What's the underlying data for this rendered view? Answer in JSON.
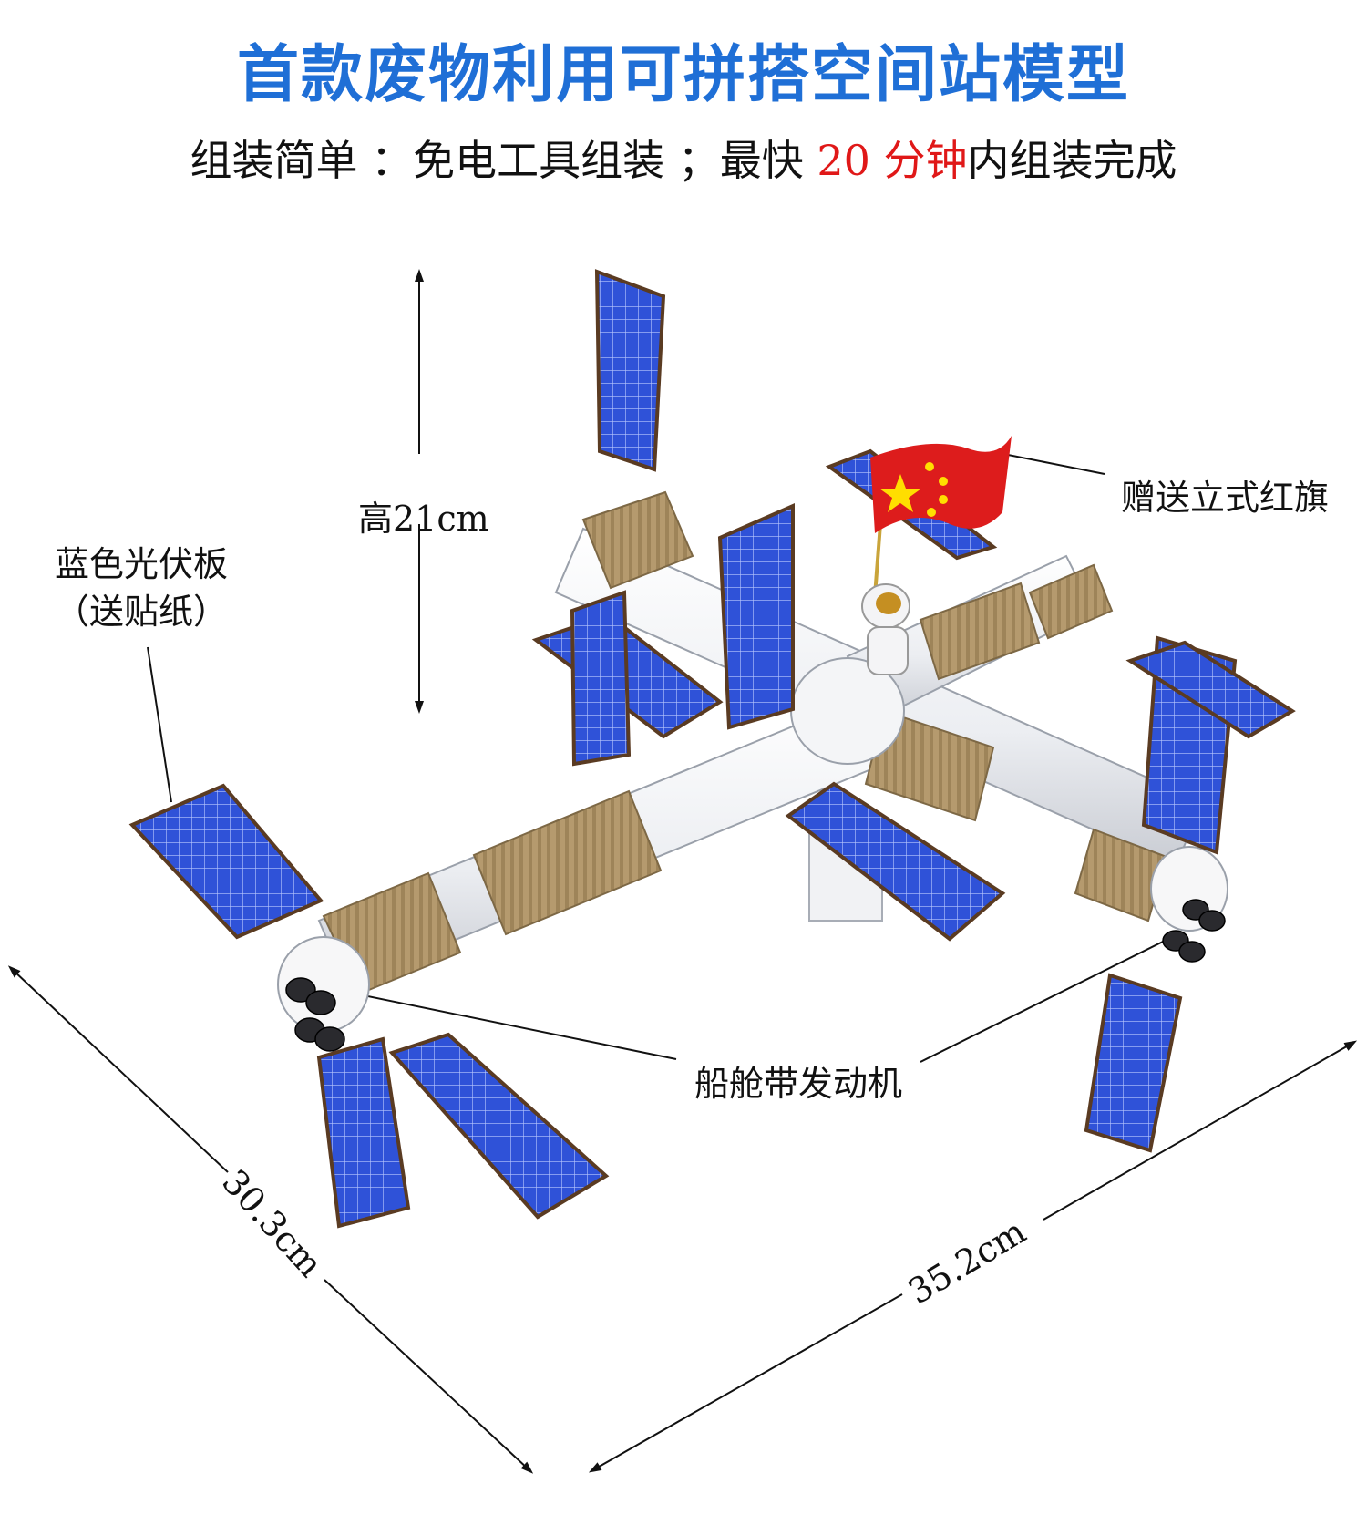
{
  "title": "首款废物利用可拼搭空间站模型",
  "subtitle": {
    "part1": "组装简单 ：免电工具组装 ；最快 ",
    "highlight": "20 分钟",
    "part2": "内组装完成"
  },
  "labels": {
    "height": "高21cm",
    "solar_panel_line1": "蓝色光伏板",
    "solar_panel_line2": "（送贴纸）",
    "flag": "赠送立式红旗",
    "engine": "船舱带发动机",
    "depth": "30.3cm",
    "width": "35.2cm"
  },
  "colors": {
    "title": "#1f6fd6",
    "highlight": "#e01818",
    "panel": "#2f52d8",
    "cardboard": "#b59a6e",
    "flag": "#dd1c1c"
  }
}
